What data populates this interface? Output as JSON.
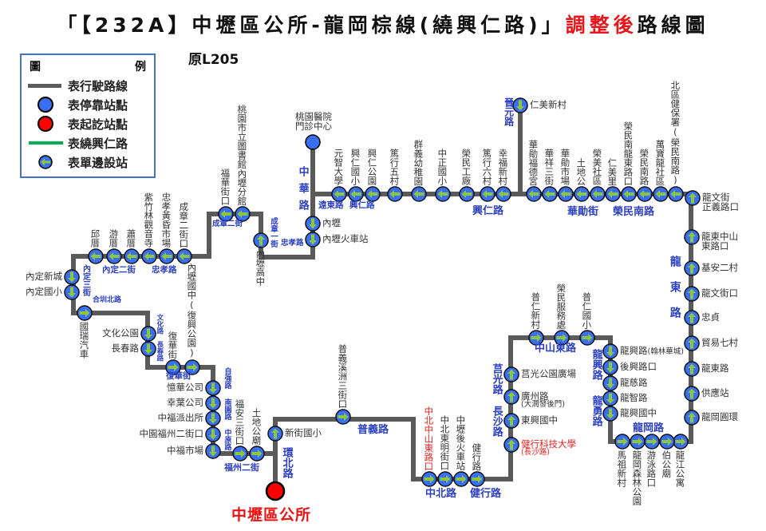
{
  "title": {
    "main": "「【232A】中壢區公所-龍岡棕線(繞興仁路)」",
    "highlight": "調整後",
    "suffix": "路線圖"
  },
  "subtitle": "原L205",
  "legend": {
    "title_left": "圖",
    "title_right": "例",
    "items": [
      {
        "icon": "gray-line",
        "label": "表行駛路線"
      },
      {
        "icon": "blue-circle",
        "label": "表停靠站點"
      },
      {
        "icon": "red-circle",
        "label": "表起訖站點"
      },
      {
        "icon": "green-line",
        "label": "表繞興仁路"
      },
      {
        "icon": "arrow-circle",
        "label": "表單邊設站"
      }
    ]
  },
  "colors": {
    "route": "#5a5a5a",
    "stop": "#3a6ff2",
    "arrow": "#8cc63f",
    "terminal": "#ff0000",
    "street": "#2b3fc4",
    "detour": "#00b050"
  },
  "terminals": [
    {
      "name": "中壢區公所",
      "type": "origin"
    },
    {
      "name": "桃園醫院門診中心",
      "type": "stop"
    }
  ],
  "stations": [
    {
      "name": "新街國小",
      "dir": "up"
    },
    {
      "name": "土地公廟",
      "dir": "right"
    },
    {
      "name": "福安三街口",
      "dir": "right"
    },
    {
      "name": "中福市場",
      "dir": "down"
    },
    {
      "name": "中園福州二街口",
      "dir": "down"
    },
    {
      "name": "中福派出所",
      "dir": "down"
    },
    {
      "name": "幸葉公司",
      "dir": "down"
    },
    {
      "name": "憶華公司",
      "dir": "down"
    },
    {
      "name": "內壢國中(復興公園)",
      "dir": "right"
    },
    {
      "name": "復華街",
      "dir": "right"
    },
    {
      "name": "長春路",
      "dir": "down"
    },
    {
      "name": "文化公園",
      "dir": "down"
    },
    {
      "name": "國瑞汽車",
      "dir": "right"
    },
    {
      "name": "內定國小",
      "dir": "down"
    },
    {
      "name": "內定新城",
      "dir": "down"
    },
    {
      "name": "邱厝",
      "dir": "left"
    },
    {
      "name": "游厝",
      "dir": "left"
    },
    {
      "name": "蕭厝",
      "dir": "left"
    },
    {
      "name": "紫竹林觀音寺",
      "dir": "left"
    },
    {
      "name": "忠孝黃昏市場",
      "dir": "left"
    },
    {
      "name": "成章二街口",
      "dir": "left"
    },
    {
      "name": "福華街口",
      "dir": "left"
    },
    {
      "name": "桃園市立圖書館內壢分館",
      "dir": "left"
    },
    {
      "name": "內壢高中",
      "dir": "up"
    },
    {
      "name": "內壢",
      "dir": "down"
    },
    {
      "name": "內壢火車站",
      "dir": "down"
    },
    {
      "name": "元智大學",
      "dir": "left"
    },
    {
      "name": "興仁國小",
      "dir": "left"
    },
    {
      "name": "興仁公園",
      "dir": "left"
    },
    {
      "name": "篤行五村",
      "dir": "left"
    },
    {
      "name": "群義幼稚園",
      "dir": "left"
    },
    {
      "name": "中正國小",
      "dir": "left"
    },
    {
      "name": "榮民工廠",
      "dir": "left"
    },
    {
      "name": "篤行六村",
      "dir": "left"
    },
    {
      "name": "幸福新村",
      "dir": "left"
    },
    {
      "name": "仁美新村",
      "dir": "down"
    },
    {
      "name": "華勛福德宮",
      "dir": "left"
    },
    {
      "name": "華祥三街",
      "dir": "left"
    },
    {
      "name": "華勛市場",
      "dir": "left"
    },
    {
      "name": "土地公",
      "dir": "left"
    },
    {
      "name": "榮美社區",
      "dir": "left"
    },
    {
      "name": "仁美里",
      "dir": "left"
    },
    {
      "name": "榮民南龍東路口",
      "dir": "left"
    },
    {
      "name": "榮民南路",
      "dir": "left"
    },
    {
      "name": "萬寶龍社區",
      "dir": "left"
    },
    {
      "name": "北區健保署(榮民南路)",
      "dir": "left"
    },
    {
      "name": "龍文街\n正義路口",
      "dir": "up"
    },
    {
      "name": "龍東中山\n東路口",
      "dir": "up"
    },
    {
      "name": "基安二村",
      "dir": "up"
    },
    {
      "name": "龍文街口",
      "dir": "up"
    },
    {
      "name": "忠貞",
      "dir": "up"
    },
    {
      "name": "貿易七村",
      "dir": "up"
    },
    {
      "name": "龍東路",
      "dir": "up"
    },
    {
      "name": "供應站",
      "dir": "up"
    },
    {
      "name": "龍岡圓環",
      "dir": "up"
    },
    {
      "name": "龍江公寓",
      "dir": "right"
    },
    {
      "name": "伯公廟",
      "dir": "right"
    },
    {
      "name": "游泳路口",
      "dir": "right"
    },
    {
      "name": "龍岡森林公園",
      "dir": "right"
    },
    {
      "name": "馬祖新村",
      "dir": "right"
    },
    {
      "name": "龍興國中",
      "dir": "down"
    },
    {
      "name": "龍智路",
      "dir": "down"
    },
    {
      "name": "龍慈路",
      "dir": "down"
    },
    {
      "name": "後興路口",
      "dir": "down"
    },
    {
      "name": "龍興路",
      "sub": "(翰林華城)",
      "dir": "down"
    },
    {
      "name": "普仁國小",
      "dir": "right"
    },
    {
      "name": "榮民服務處",
      "dir": "right"
    },
    {
      "name": "普仁新村",
      "dir": "right"
    },
    {
      "name": "莒光公園廣場",
      "dir": "up"
    },
    {
      "name": "廣州路",
      "sub": "(大潤發後門)",
      "dir": "up"
    },
    {
      "name": "東興國中",
      "dir": "up"
    },
    {
      "name": "健行科技大學",
      "sub": "(長沙路)",
      "dir": "up",
      "highlight": true
    },
    {
      "name": "健行路",
      "dir": "right"
    },
    {
      "name": "中壢後火車站",
      "dir": "right"
    },
    {
      "name": "中北東明街口",
      "dir": "right"
    },
    {
      "name": "中北中山東路口",
      "dir": "right",
      "highlight": true
    },
    {
      "name": "普義溪洲三街口",
      "dir": "right"
    }
  ],
  "streets": [
    "中華路",
    "遠東路",
    "興仁路",
    "興仁路",
    "晉元路",
    "華勛街",
    "榮民南路",
    "龍東路",
    "成章二街",
    "成章一街",
    "忠孝路",
    "內定二街",
    "忠孝路",
    "內定三街",
    "合圳北路",
    "文化路",
    "長春路",
    "復華街",
    "自強路",
    "南園路",
    "中原路",
    "福州二街",
    "環北路",
    "普義路",
    "中北路",
    "健行路",
    "莒光路",
    "長沙路",
    "中山東路",
    "龍興路",
    "龍勇路",
    "龍岡路"
  ]
}
